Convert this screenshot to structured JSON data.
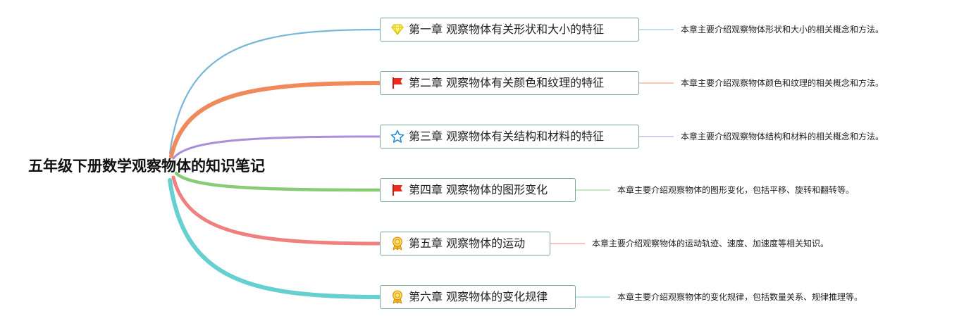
{
  "root": {
    "title": "五年级下册数学观察物体的知识笔记"
  },
  "branches": [
    {
      "label": "第一章 观察物体有关形状和大小的特征",
      "icon": "diamond-icon",
      "color": "#79b6d9",
      "description": "本章主要介绍观察物体形状和大小的相关概念和方法。"
    },
    {
      "label": "第二章 观察物体有关颜色和纹理的特征",
      "icon": "red-flag-icon",
      "color": "#f08a5a",
      "description": "本章主要介绍观察物体颜色和纹理的相关概念和方法。"
    },
    {
      "label": "第三章 观察物体有关结构和材料的特征",
      "icon": "star-outline-icon",
      "color": "#a98fda",
      "description": "本章主要介绍观察物体结构和材料的相关概念和方法。"
    },
    {
      "label": "第四章 观察物体的图形变化",
      "icon": "red-flag-icon",
      "color": "#88cc77",
      "description": "本章主要介绍观察物体的图形变化，包括平移、旋转和翻转等。"
    },
    {
      "label": "第五章 观察物体的运动",
      "icon": "award-medal-icon",
      "color": "#f07f7f",
      "description": "本章主要介绍观察物体的运动轨迹、速度、加速度等相关知识。"
    },
    {
      "label": "第六章 观察物体的变化规律",
      "icon": "award-medal-icon",
      "color": "#66cfcf",
      "description": "本章主要介绍观察物体的变化规律，包括数量关系、规律推理等。"
    }
  ]
}
